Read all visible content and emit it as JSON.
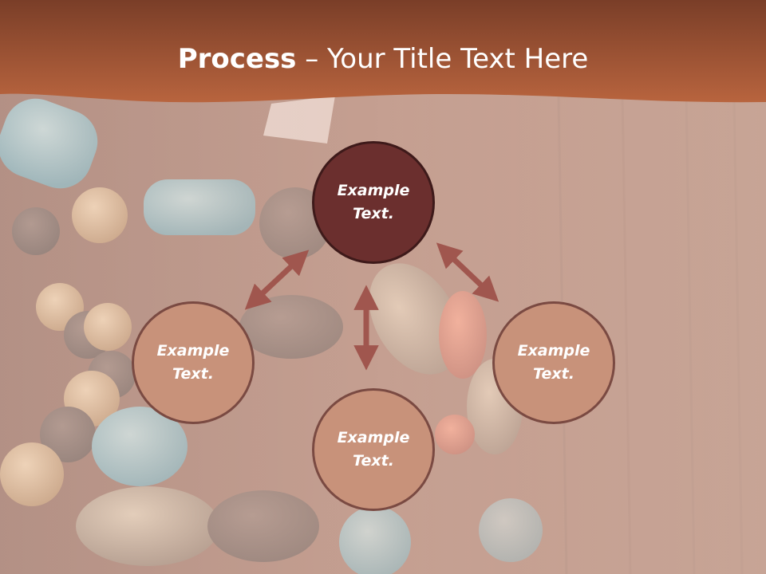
{
  "slide": {
    "title_bold": "Process",
    "title_rest": " – Your Title Text Here",
    "theme_colors": {
      "title_band": "#a55a3a",
      "center_node": "#6b2f2e",
      "outer_node": "#c8927a",
      "arrow": "#a0564e",
      "node_border": "#5a2a28"
    }
  },
  "diagram": {
    "center": {
      "label": "Example Text."
    },
    "nodes": [
      {
        "label": "Example Text."
      },
      {
        "label": "Example Text."
      },
      {
        "label": "Example Text."
      }
    ]
  }
}
